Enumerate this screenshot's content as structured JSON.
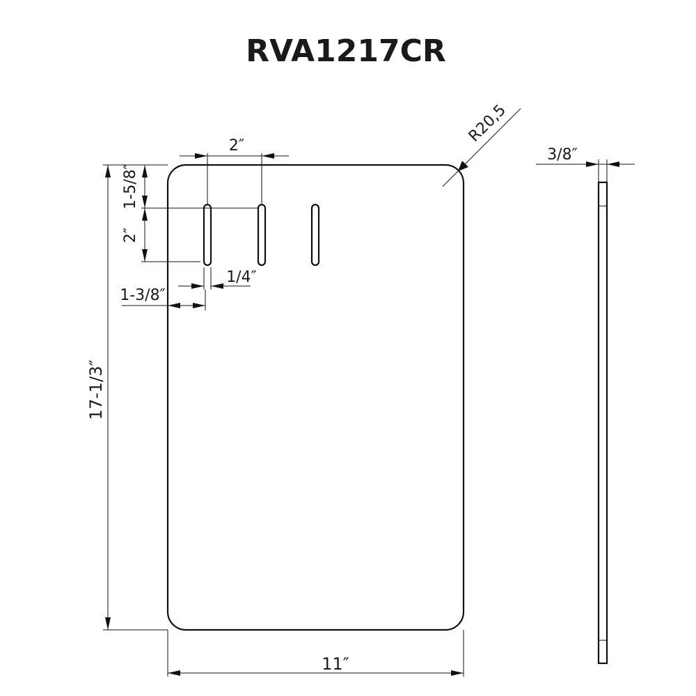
{
  "title": "RVA1217CR",
  "dimensions": {
    "slot_spacing": "2″",
    "slot_top_offset": "1-5/8″",
    "slot_length": "2″",
    "slot_width": "1/4″",
    "slot_side_offset": "1-3/8″",
    "height": "17-1/3″",
    "width": "11″",
    "corner_radius": "R20,5",
    "thickness": "3/8″"
  },
  "colors": {
    "line": "#111111",
    "background": "#ffffff"
  }
}
